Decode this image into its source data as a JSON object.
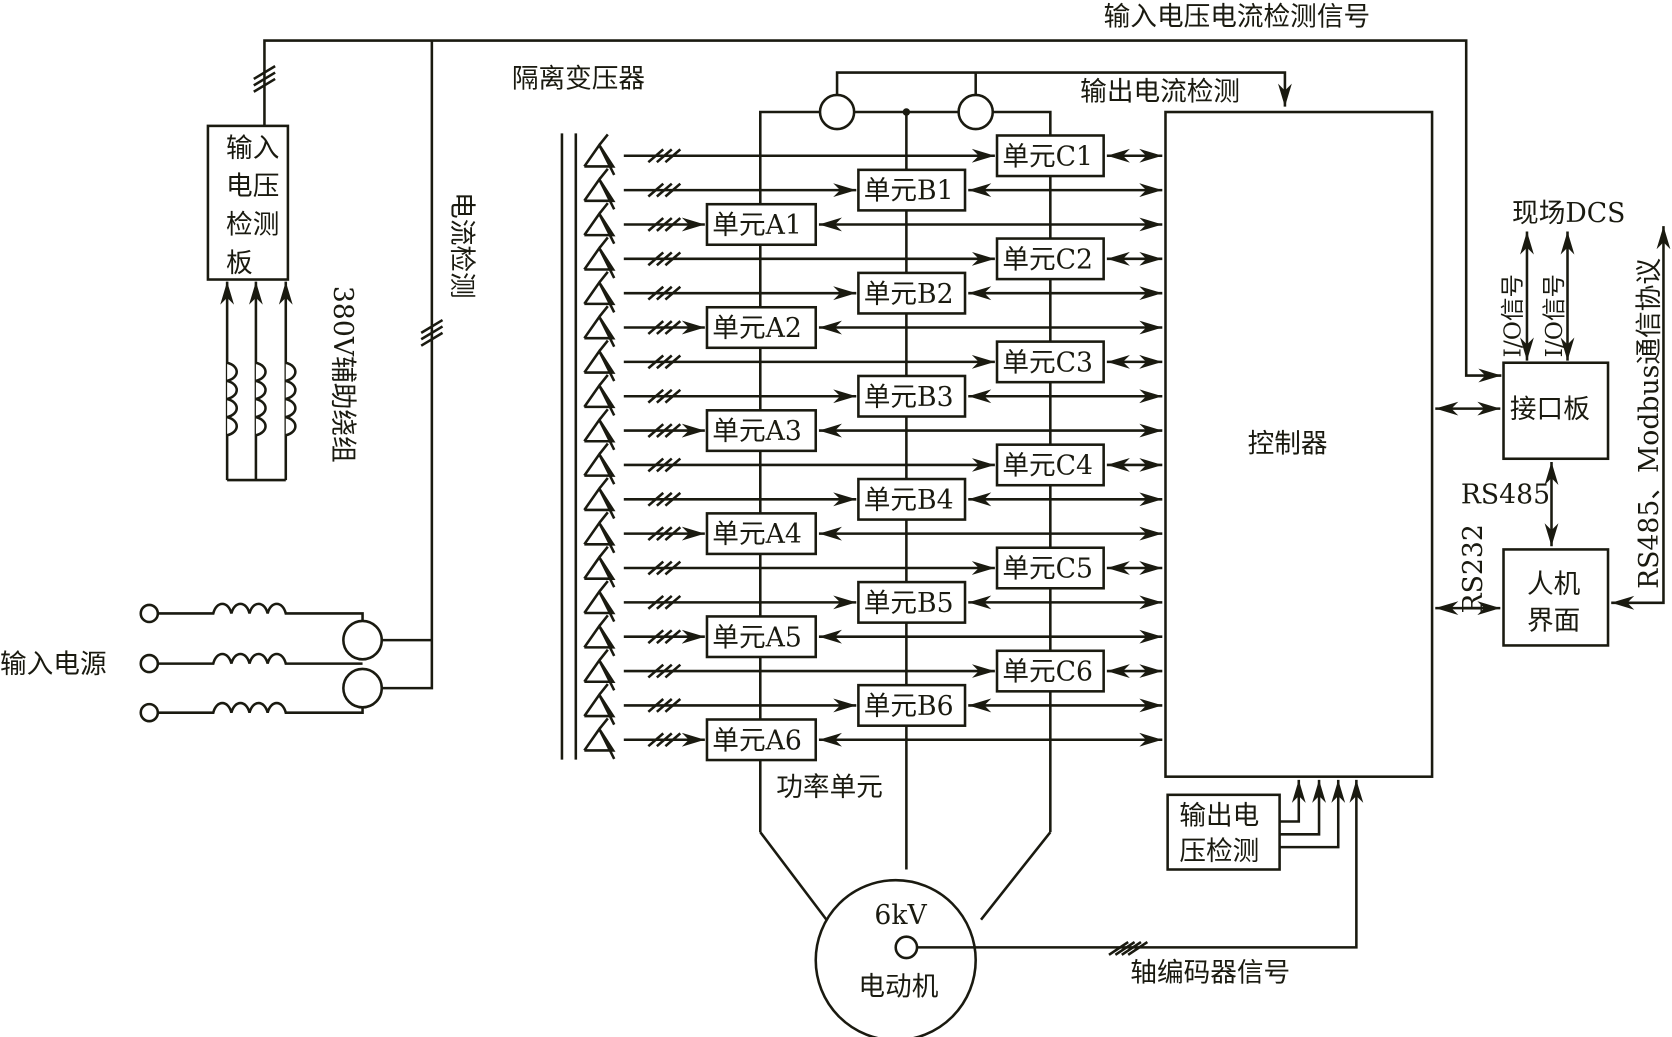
{
  "labels": {
    "input_signal": "输入电压电流检测信号",
    "isolation_transformer": "隔离变压器",
    "output_current_detect": "输出电流检测",
    "input_voltage_board": [
      "输入",
      "电压",
      "检测",
      "板"
    ],
    "current_detect": "电流检测",
    "aux_winding": "380V辅助绕组",
    "input_power": "输入电源",
    "controller": "控制器",
    "field_dcs": "现场DCS",
    "io_signal": "I/O信号",
    "interface_board": "接口板",
    "rs485": "RS485",
    "rs232": "RS232",
    "hmi": [
      "人机",
      "界面"
    ],
    "modbus": "RS485、Modbus通信协议",
    "power_unit": "功率单元",
    "output_voltage_detect": [
      "输出电",
      "压检测"
    ],
    "motor_voltage": "6kV",
    "motor": "电动机",
    "encoder_signal": "轴编码器信号"
  },
  "units": [
    {
      "name": "单元C1",
      "col": "C"
    },
    {
      "name": "单元B1",
      "col": "B"
    },
    {
      "name": "单元A1",
      "col": "A"
    },
    {
      "name": "单元C2",
      "col": "C"
    },
    {
      "name": "单元B2",
      "col": "B"
    },
    {
      "name": "单元A2",
      "col": "A"
    },
    {
      "name": "单元C3",
      "col": "C"
    },
    {
      "name": "单元B3",
      "col": "B"
    },
    {
      "name": "单元A3",
      "col": "A"
    },
    {
      "name": "单元C4",
      "col": "C"
    },
    {
      "name": "单元B4",
      "col": "B"
    },
    {
      "name": "单元A4",
      "col": "A"
    },
    {
      "name": "单元C5",
      "col": "C"
    },
    {
      "name": "单元B5",
      "col": "B"
    },
    {
      "name": "单元A5",
      "col": "A"
    },
    {
      "name": "单元C6",
      "col": "C"
    },
    {
      "name": "单元B6",
      "col": "B"
    },
    {
      "name": "单元A6",
      "col": "A"
    }
  ]
}
